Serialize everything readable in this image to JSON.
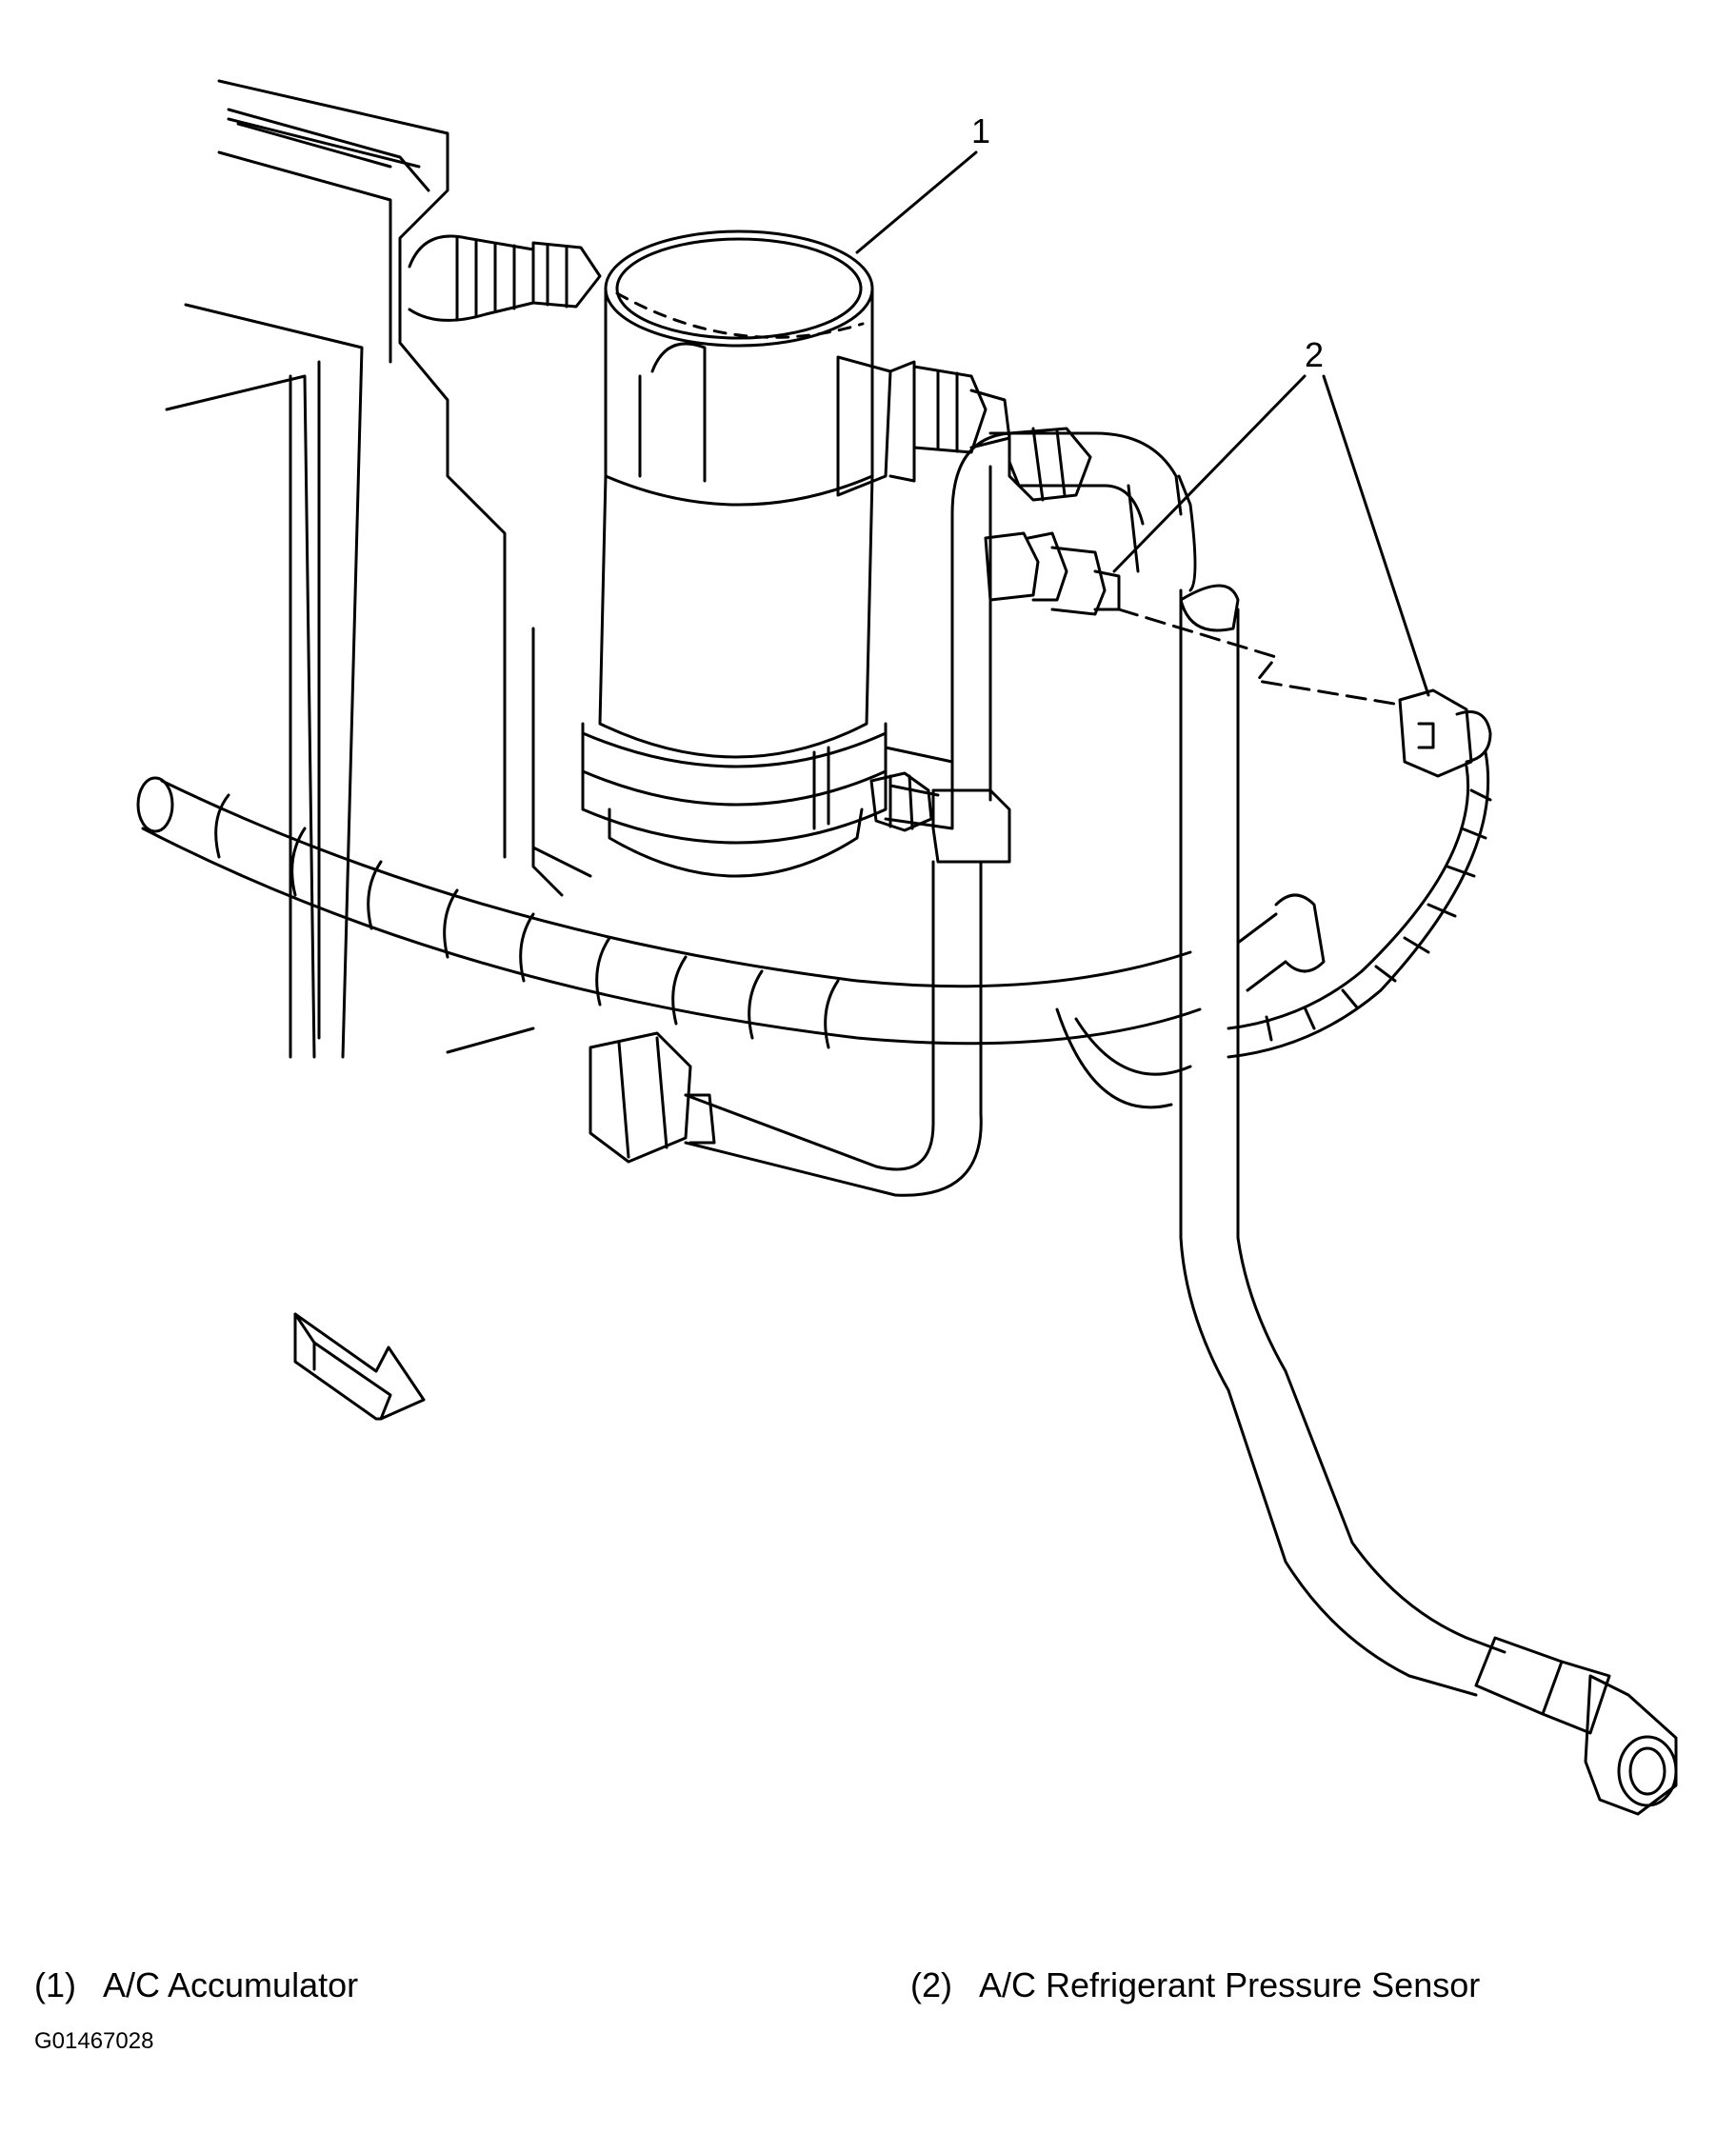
{
  "callouts": [
    {
      "id": "1"
    },
    {
      "id": "2"
    }
  ],
  "legend": [
    {
      "num": "(1)",
      "text": "A/C Accumulator"
    },
    {
      "num": "(2)",
      "text": "A/C Refrigerant Pressure Sensor"
    }
  ],
  "figure_id": "G01467028",
  "colors": {
    "line": "#000000",
    "background": "#ffffff"
  }
}
